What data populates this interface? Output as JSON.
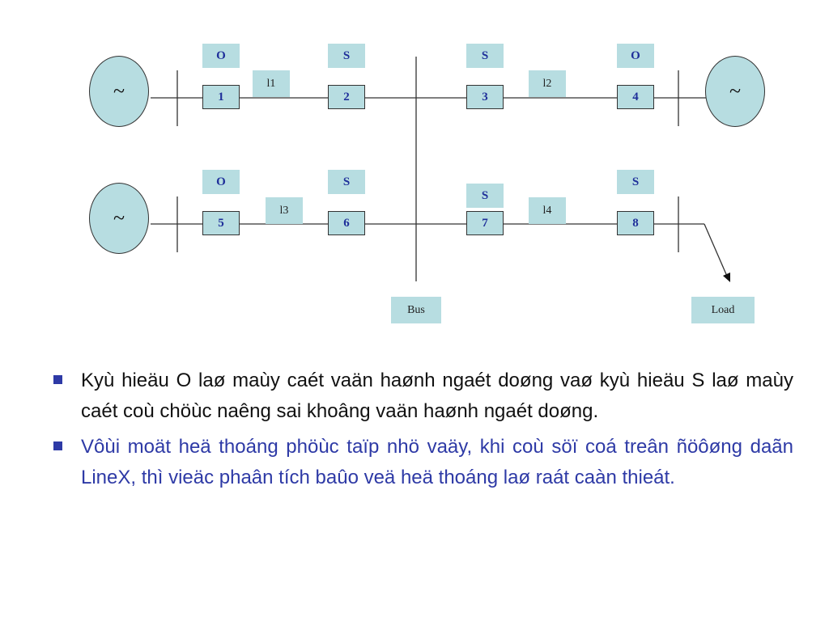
{
  "diagram": {
    "generator_symbol": "~",
    "status_labels": [
      "O",
      "S",
      "S",
      "O",
      "O",
      "S",
      "S",
      "S"
    ],
    "breakers": [
      "1",
      "2",
      "3",
      "4",
      "5",
      "6",
      "7",
      "8"
    ],
    "lines": [
      "l1",
      "l2",
      "l3",
      "l4"
    ],
    "bus_label": "Bus",
    "load_label": "Load"
  },
  "bullets": [
    "Kyù hieäu O laø maùy caét vaän haønh ngaét doøng vaø kyù hieäu S laø maùy caét coù chöùc naêng sai khoâng vaän haønh ngaét doøng.",
    "Vôùi moät heä thoáng phöùc taïp nhö vaäy, khi coù söï coá treân ñöôøng daãn LineX, thì vieäc phaân tích baûo veä heä thoáng laø raát caàn thieát."
  ],
  "colors": {
    "box_fill": "#b7dde1",
    "bullet_blue": "#2e3aa6",
    "label_blue": "#1f2f9a"
  }
}
